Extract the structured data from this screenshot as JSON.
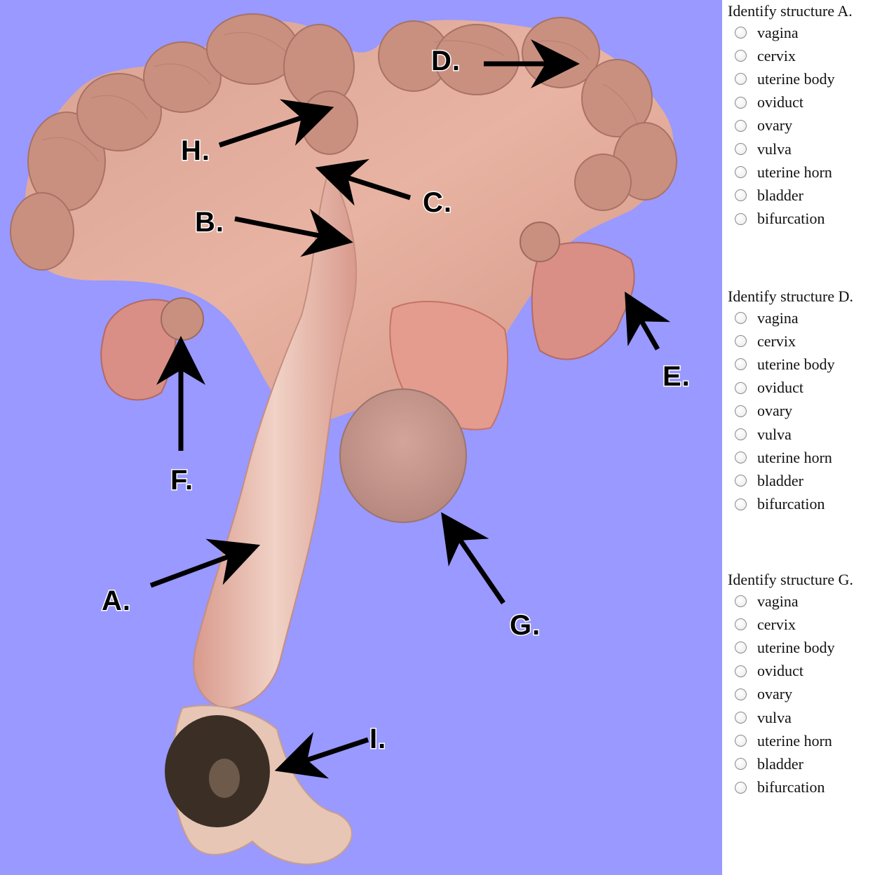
{
  "figure": {
    "background": "#9999ff",
    "tissue_color": "#e3a796",
    "labels": {
      "A": "A.",
      "B": "B.",
      "C": "C.",
      "D": "D.",
      "E": "E.",
      "F": "F.",
      "G": "G.",
      "H": "H.",
      "I": "I."
    }
  },
  "questions": [
    {
      "prompt": "Identify structure A.",
      "options": [
        "vagina",
        "cervix",
        "uterine body",
        "oviduct",
        "ovary",
        "vulva",
        "uterine horn",
        "bladder",
        "bifurcation"
      ]
    },
    {
      "prompt": "Identify structure D.",
      "options": [
        "vagina",
        "cervix",
        "uterine body",
        "oviduct",
        "ovary",
        "vulva",
        "uterine horn",
        "bladder",
        "bifurcation"
      ]
    },
    {
      "prompt": "Identify structure G.",
      "options": [
        "vagina",
        "cervix",
        "uterine body",
        "oviduct",
        "ovary",
        "vulva",
        "uterine horn",
        "bladder",
        "bifurcation"
      ]
    }
  ]
}
